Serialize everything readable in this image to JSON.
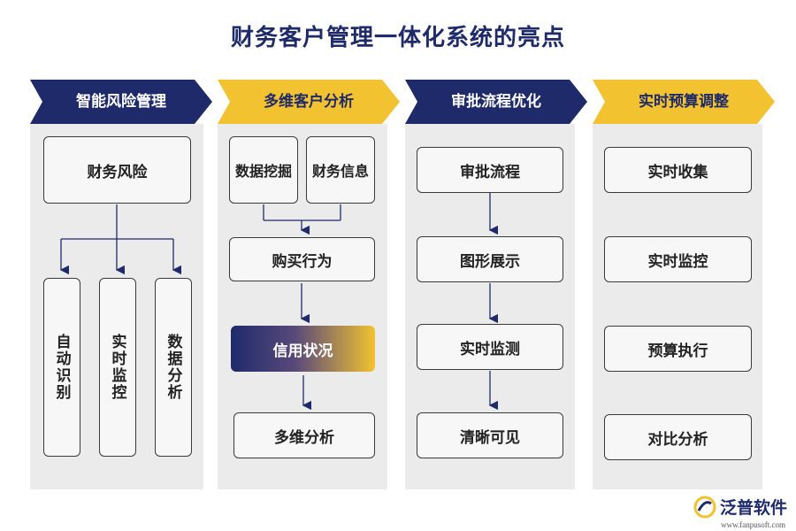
{
  "title": "财务客户管理一体化系统的亮点",
  "colors": {
    "navy": "#1f2a6b",
    "gold": "#f2c230",
    "panel": "#ebebeb"
  },
  "columns": [
    {
      "header": "智能风险管理",
      "root": "财务风险",
      "branches": [
        "自动识别",
        "实时监控",
        "数据分析"
      ]
    },
    {
      "header": "多维客户分析",
      "inputs": [
        "数据挖掘",
        "财务信息"
      ],
      "steps": [
        "购买行为",
        "信用状况",
        "多维分析"
      ],
      "highlight": "信用状况"
    },
    {
      "header": "审批流程优化",
      "steps": [
        "审批流程",
        "图形展示",
        "实时监测",
        "清晰可见"
      ]
    },
    {
      "header": "实时预算调整",
      "steps": [
        "实时收集",
        "实时监控",
        "预算执行",
        "对比分析"
      ]
    }
  ],
  "brand": {
    "name": "泛普软件",
    "url": "www.fanpusoft.com",
    "icon": "fanpu-logo-icon"
  }
}
